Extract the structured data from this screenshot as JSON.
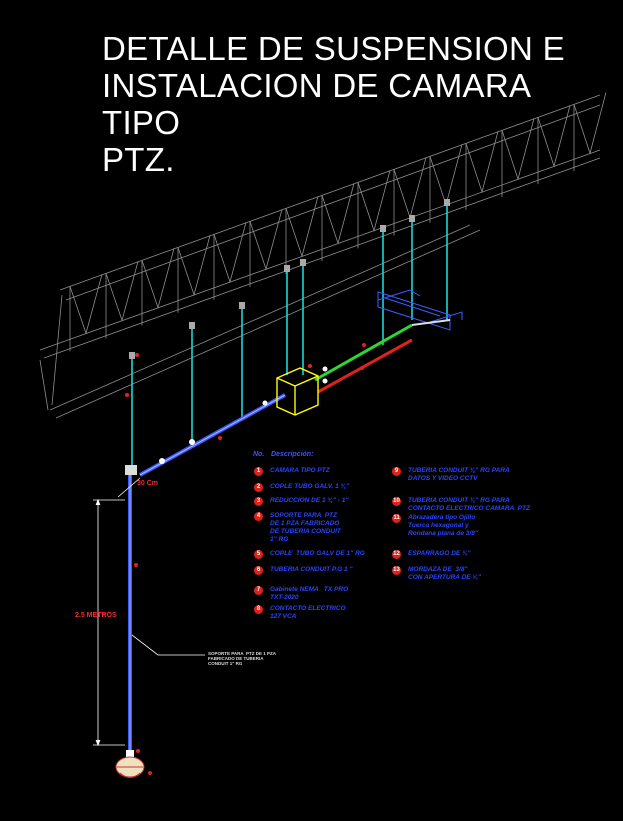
{
  "title": {
    "line1": "DETALLE DE SUSPENSION E",
    "line2": "INSTALACION DE CAMARA TIPO",
    "line3": "PTZ."
  },
  "legend": {
    "col_no": "No.",
    "col_desc": "Descripción:",
    "items": [
      {
        "num": "1",
        "text": "CAMARA TIPO PTZ"
      },
      {
        "num": "2",
        "text": "COPLE TUBO GALV. 1 ¾\""
      },
      {
        "num": "3",
        "text": "REDUCCION DE 1 ¾\" - 1\""
      },
      {
        "num": "4",
        "text": "SOPORTE PARA  PTZ\nDE 1 PZA FABRICADO\nDE TUBERIA CONDUIT\n1\" RG"
      },
      {
        "num": "5",
        "text": "COPLE  TUBO GALV DE 1\" RG"
      },
      {
        "num": "6",
        "text": "TUBERIA CONDUIT P.G 1 \""
      },
      {
        "num": "7",
        "text": "Gabinete NEMA   TX PRO\nTXT-2020"
      },
      {
        "num": "8",
        "text": "CONTACTO ELECTRICO\n127 VCA"
      },
      {
        "num": "9",
        "text": "TUBERIA CONDUIT ¾\" RG PARA\nDATOS Y VIDEO CCTV"
      },
      {
        "num": "10",
        "text": "TUBERIA CONDUIT ¾\" RG PARA\nCONTACTO ELECTRICO CAMARA  PTZ"
      },
      {
        "num": "11",
        "text": "Abrazadera tipo Ojillo\nTuerca hexagonal y\nRondana plana de 3/8\""
      },
      {
        "num": "12",
        "text": "ESPARRAGO DE ⅜\""
      },
      {
        "num": "13",
        "text": "MORDAZA DE  3/8\"\nCON APERTURA DE ⅝\""
      }
    ]
  },
  "dimensions": {
    "height": "2.5 METROS",
    "offset": "30 Cm"
  },
  "note": "SOPORTE PARA  PTZ DE 1 PZA\nFABRICADO DE TUBERIA\nCONDUIT 1\" RG",
  "colors": {
    "background": "#000000",
    "truss": "#9a9a9a",
    "conduit_blue": "#3c5cff",
    "hanger_cyan": "#19d8d8",
    "cabinet_yellow": "#ffff00",
    "callout_red": "#e0231a",
    "legend_text": "#2a44ff",
    "pipe_green": "#2fd62f"
  }
}
